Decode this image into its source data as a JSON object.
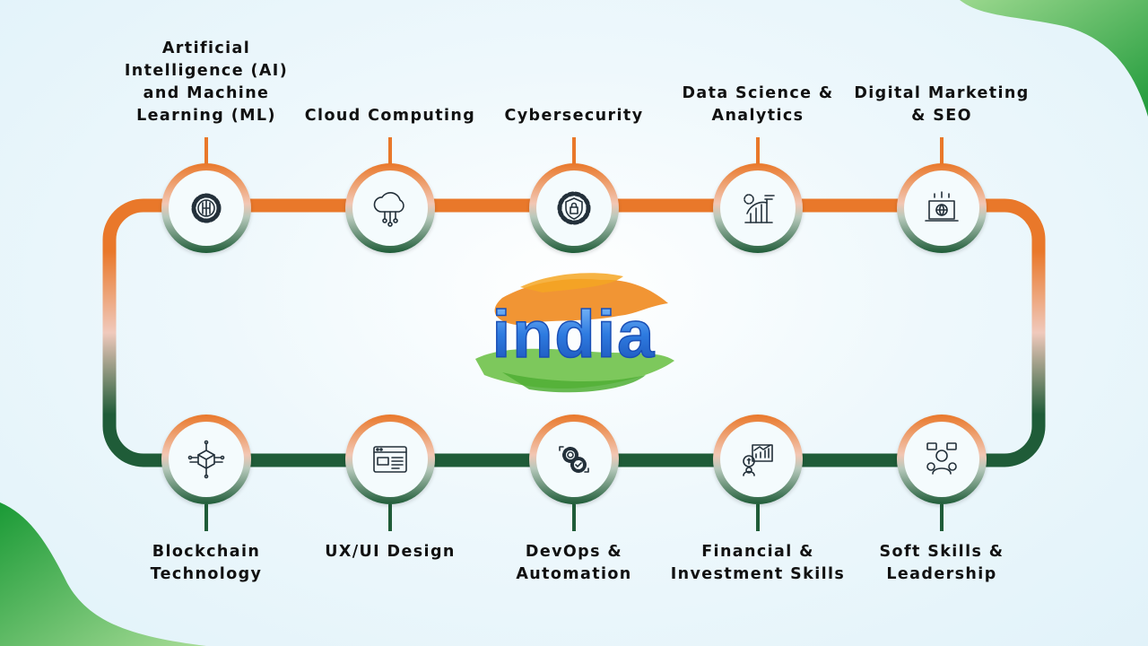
{
  "top_items": [
    {
      "label": "Artificial Intelligence (AI) and Machine Learning (ML)",
      "icon": "ai-brain-gear-icon"
    },
    {
      "label": "Cloud Computing",
      "icon": "cloud-network-icon"
    },
    {
      "label": "Cybersecurity",
      "icon": "security-gear-lock-icon"
    },
    {
      "label": "Data Science & Analytics",
      "icon": "data-analytics-chart-icon"
    },
    {
      "label": "Digital Marketing & SEO",
      "icon": "digital-marketing-globe-icon"
    }
  ],
  "bottom_items": [
    {
      "label": "Blockchain Technology",
      "icon": "blockchain-cube-icon"
    },
    {
      "label": "UX/UI Design",
      "icon": "ui-layout-icon"
    },
    {
      "label": "DevOps & Automation",
      "icon": "devops-gears-icon"
    },
    {
      "label": "Financial & Investment Skills",
      "icon": "finance-investment-icon"
    },
    {
      "label": "Soft Skills & Leadership",
      "icon": "leadership-person-icon"
    }
  ],
  "center": {
    "logo_text": "india"
  },
  "colors": {
    "orange": "#e9782a",
    "green": "#1f5c38",
    "pink": "#f2c7b4",
    "accent_blue": "#2e7be0",
    "leaf_green": "#6fc24a"
  }
}
